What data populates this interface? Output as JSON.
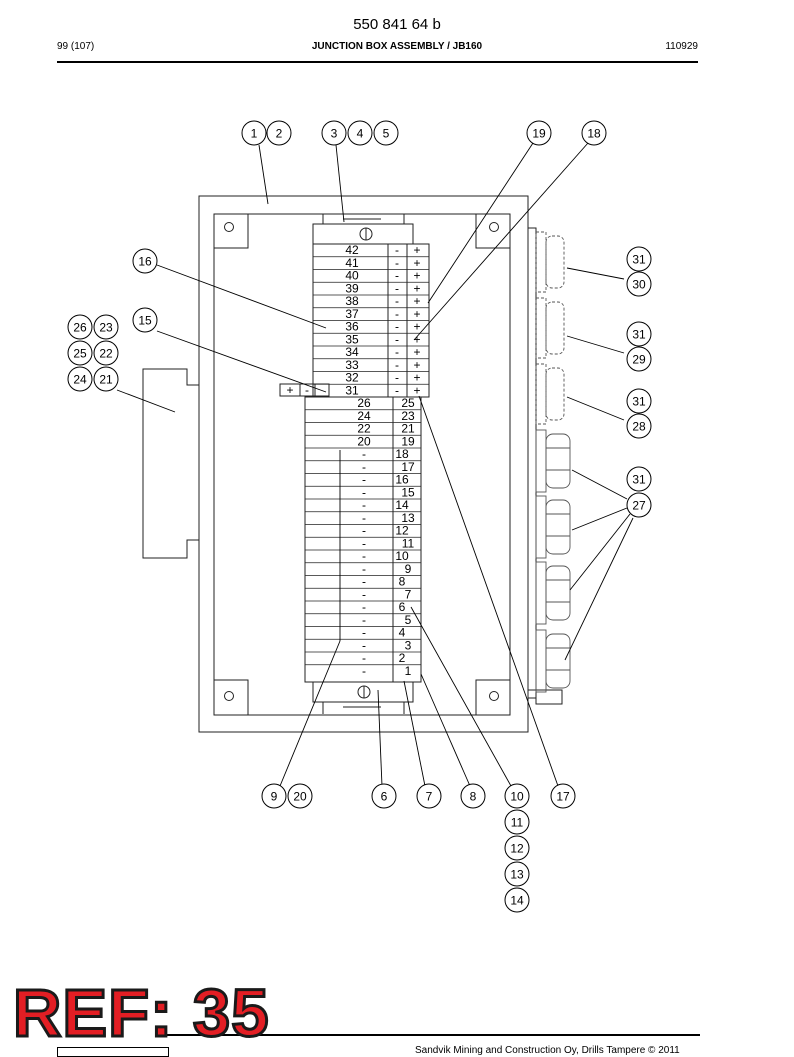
{
  "header": {
    "doc_number": "550 841 64 b",
    "page": "99 (107)",
    "title": "JUNCTION BOX ASSEMBLY / JB160",
    "date": "110929"
  },
  "footer": {
    "ref_label": "REF: 35",
    "copyright": "Sandvik Mining and Construction Oy, Drills Tampere © 2011"
  },
  "callouts": {
    "c1": "1",
    "c2": "2",
    "c3": "3",
    "c4": "4",
    "c5": "5",
    "c19": "19",
    "c18": "18",
    "c16": "16",
    "c15": "15",
    "c26": "26",
    "c23": "23",
    "c25": "25",
    "c22": "22",
    "c24": "24",
    "c21": "21",
    "c31a": "31",
    "c30": "30",
    "c31b": "31",
    "c29": "29",
    "c31c": "31",
    "c28": "28",
    "c31d": "31",
    "c27": "27",
    "c9": "9",
    "c20": "20",
    "c6": "6",
    "c7": "7",
    "c8": "8",
    "c10": "10",
    "c11": "11",
    "c12": "12",
    "c13": "13",
    "c14": "14",
    "c17": "17"
  },
  "terminals_upper": [
    {
      "num": "42",
      "a": "-",
      "b": "+"
    },
    {
      "num": "41",
      "a": "-",
      "b": "+"
    },
    {
      "num": "40",
      "a": "-",
      "b": "+"
    },
    {
      "num": "39",
      "a": "-",
      "b": "+"
    },
    {
      "num": "38",
      "a": "-",
      "b": "+"
    },
    {
      "num": "37",
      "a": "-",
      "b": "+"
    },
    {
      "num": "36",
      "a": "-",
      "b": "+"
    },
    {
      "num": "35",
      "a": "-",
      "b": "+"
    },
    {
      "num": "34",
      "a": "-",
      "b": "+"
    },
    {
      "num": "33",
      "a": "-",
      "b": "+"
    },
    {
      "num": "32",
      "a": "-",
      "b": "+"
    },
    {
      "num": "31",
      "a": "-",
      "b": "+"
    }
  ],
  "side_terminal": {
    "a": "+",
    "b": "-"
  },
  "terminals_pairs": [
    {
      "left": "26",
      "right": "25"
    },
    {
      "left": "24",
      "right": "23"
    },
    {
      "left": "22",
      "right": "21"
    },
    {
      "left": "20",
      "right": "19"
    }
  ],
  "terminals_lower": [
    {
      "left": "-",
      "right": "18"
    },
    {
      "left": "-",
      "right": "17"
    },
    {
      "left": "-",
      "right": "16"
    },
    {
      "left": "-",
      "right": "15"
    },
    {
      "left": "-",
      "right": "14"
    },
    {
      "left": "-",
      "right": "13"
    },
    {
      "left": "-",
      "right": "12"
    },
    {
      "left": "-",
      "right": "11"
    },
    {
      "left": "-",
      "right": "10"
    },
    {
      "left": "-",
      "right": "9"
    },
    {
      "left": "-",
      "right": "8"
    },
    {
      "left": "-",
      "right": "7"
    },
    {
      "left": "-",
      "right": "6"
    },
    {
      "left": "-",
      "right": "5"
    },
    {
      "left": "-",
      "right": "4"
    },
    {
      "left": "-",
      "right": "3"
    },
    {
      "left": "-",
      "right": "2"
    },
    {
      "left": "-",
      "right": "1"
    }
  ]
}
